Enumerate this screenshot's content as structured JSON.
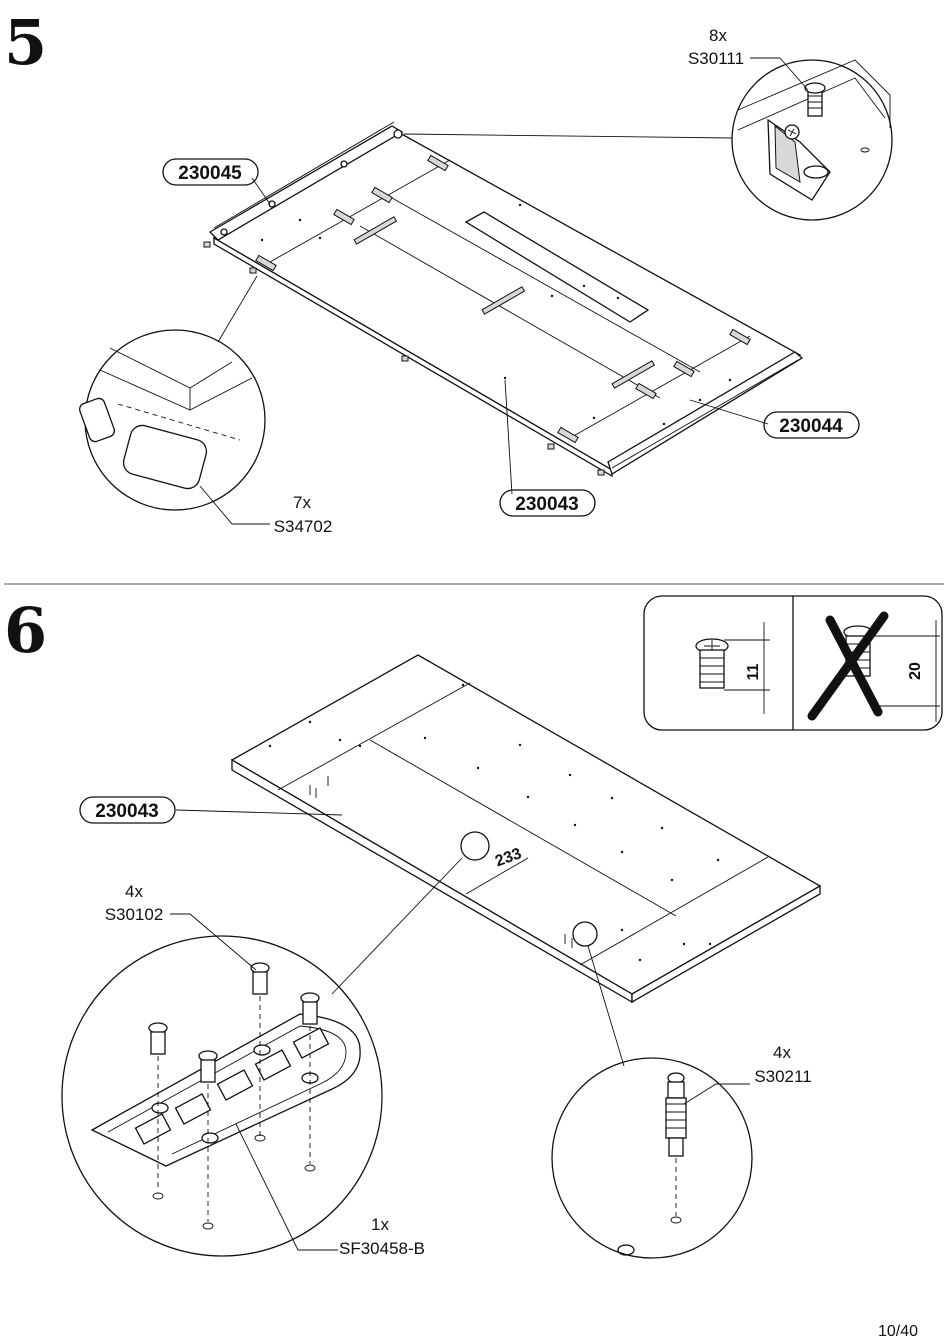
{
  "page_number": "10/40",
  "step5": {
    "number": "5",
    "parts": {
      "top_board": "230045",
      "side_rail": "230044",
      "main_panel": "230043"
    },
    "screws": {
      "qty": "8x",
      "code": "S30111"
    },
    "caps": {
      "qty": "7x",
      "code": "S34702"
    }
  },
  "step6": {
    "number": "6",
    "panel": "230043",
    "distance": "233",
    "screw_ok_length": "11",
    "screw_wrong_length": "20",
    "screws": {
      "qty": "4x",
      "code": "S30102"
    },
    "bracket": {
      "qty": "1x",
      "code": "SF30458-B"
    },
    "dowels": {
      "qty": "4x",
      "code": "S30211"
    }
  }
}
